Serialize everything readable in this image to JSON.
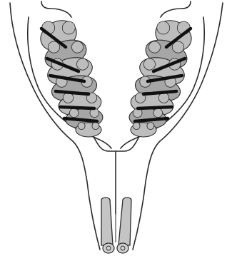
{
  "diagram": {
    "kind": "anatomical-line-drawing",
    "labels": [],
    "colors": {
      "outline": "#2b2b2b",
      "tissue_fill": "#bdbdbd",
      "tissue_fill_dark": "#a6a6a6",
      "band": "#111111",
      "background": "#ffffff"
    },
    "left_cluster": {
      "lobes": 7,
      "bands": 6
    },
    "right_cluster": {
      "lobes": 7,
      "bands": 6
    },
    "duct": {
      "columns": 2
    }
  }
}
